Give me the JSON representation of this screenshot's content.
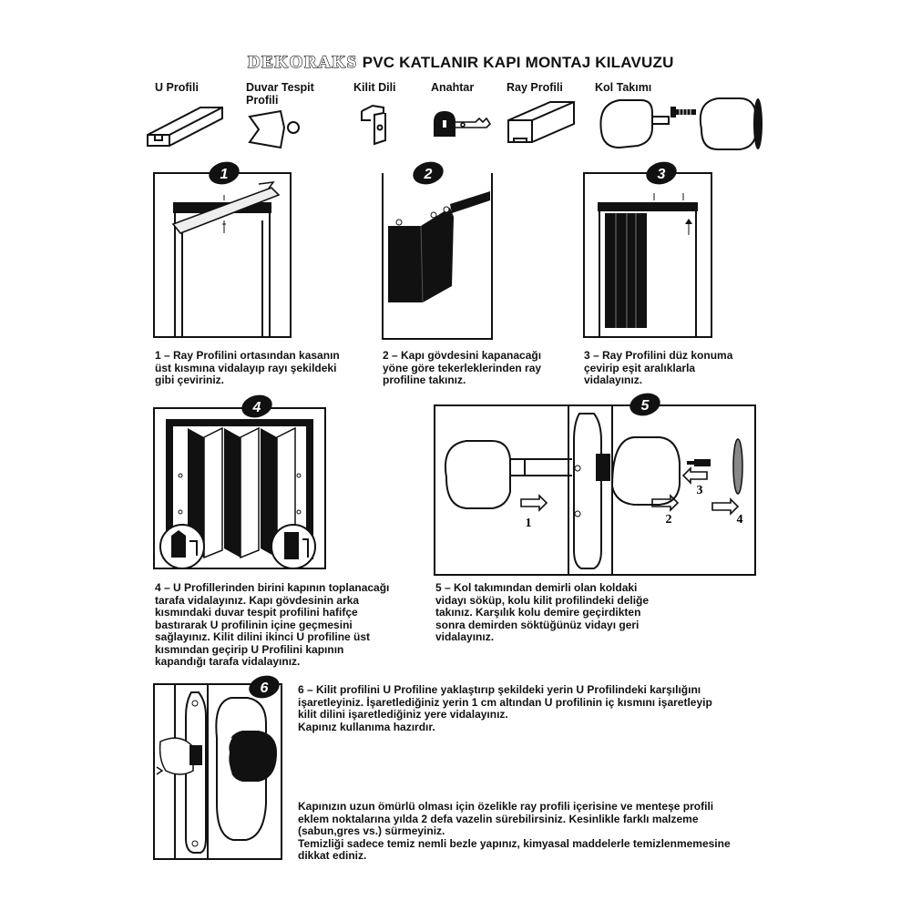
{
  "header": {
    "brand": "DEKORAKS",
    "title": "PVC KATLANIR KAPI MONTAJ KILAVUZU"
  },
  "parts": [
    {
      "label": "U Profili"
    },
    {
      "label": "Duvar Tespit Profili"
    },
    {
      "label": "Kilit Dili"
    },
    {
      "label": "Anahtar"
    },
    {
      "label": "Ray Profili"
    },
    {
      "label": "Kol Takımı"
    }
  ],
  "steps": [
    {
      "number": "1",
      "text": "1 – Ray Profilini ortasından kasanın\nüst kısmına vidalayıp rayı şekildeki\ngibi çeviriniz."
    },
    {
      "number": "2",
      "text": "2 – Kapı gövdesini kapanacağı\nyöne göre tekerleklerinden ray\nprofiline takınız."
    },
    {
      "number": "3",
      "text": "3 – Ray Profilini düz konuma\nçevirip eşit aralıklarla\nvidalayınız."
    },
    {
      "number": "4",
      "text": "4 – U Profillerinden birini kapının toplanacağı\ntarafa vidalayınız. Kapı gövdesinin arka\nkısmındaki duvar tespit profilini hafifçe\nbastırarak U profilinin içine geçmesini\nsağlayınız. Kilit dilini ikinci U profiline üst\nkısmından geçirip U Profilini kapının\nkapandığı tarafa vidalayınız."
    },
    {
      "number": "5",
      "text": "5 – Kol takımından demirli olan koldaki\nvidayı söküp, kolu kilit profilindeki deliğe\ntakınız. Karşılık kolu demire geçirdikten\nsonra demirden söktüğünüz vidayı geri\nvidalayınız."
    },
    {
      "number": "6",
      "text": "6 – Kilit profilini U Profiline yaklaştırıp şekildeki yerin U Profilindeki karşılığını\nişaretleyiniz. İşaretlediğiniz yerin 1 cm altından U profilinin iç kısmını işaretleyip\nkilit dilini işaretlediğiniz yere vidalayınız.\nKapınız kullanıma hazırdır."
    }
  ],
  "step5_arrows": [
    "1",
    "2",
    "3",
    "4"
  ],
  "maintenance": "Kapınızın uzun ömürlü olması için özelikle ray profili içerisine ve menteşe profili\neklem noktalarına yılda 2 defa vazelin sürebilirsiniz. Kesinlikle farklı malzeme\n(sabun,gres vs.) sürmeyiniz.\nTemizliği sadece temiz nemli bezle yapınız, kimyasal maddelerle temizlenmemesine\ndikkat ediniz."
}
